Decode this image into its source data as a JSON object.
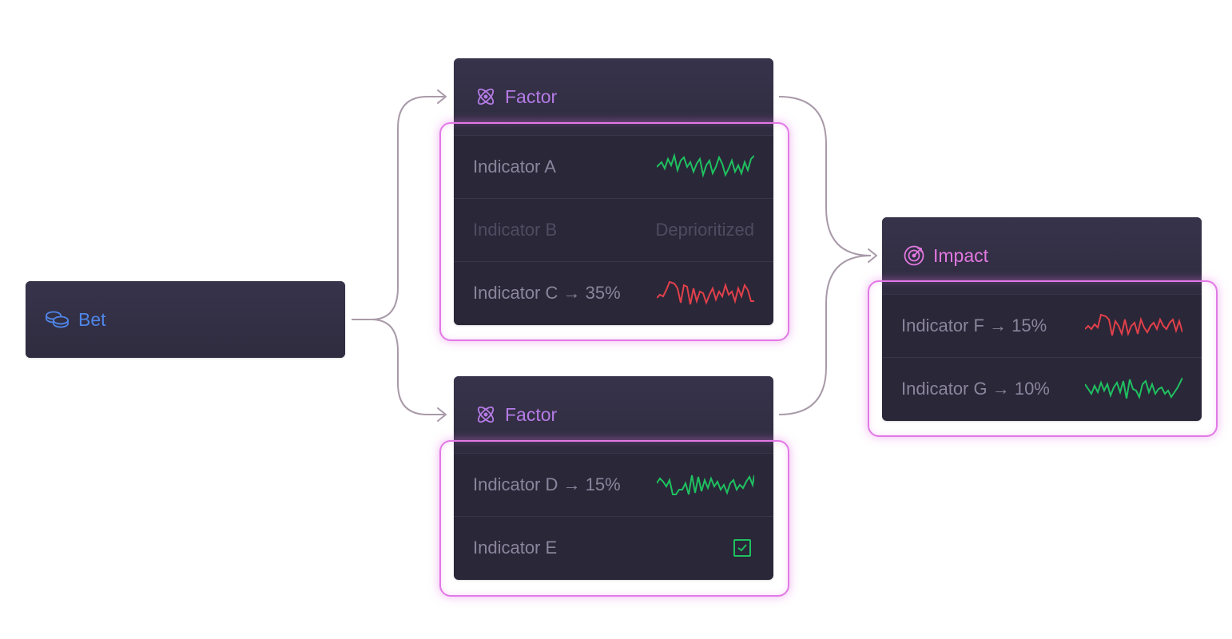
{
  "bet": {
    "label": "Bet",
    "icon": "coins-icon",
    "color": "#4f86e8"
  },
  "factor_top": {
    "title": "Factor",
    "icon": "atom-icon",
    "color": "#b57be6",
    "rows": [
      {
        "label": "Indicator A",
        "trend": "green"
      },
      {
        "label": "Indicator B",
        "status": "Deprioritized"
      },
      {
        "label": "Indicator C → 35%",
        "trend": "red"
      }
    ]
  },
  "factor_bottom": {
    "title": "Factor",
    "icon": "atom-icon",
    "color": "#b57be6",
    "rows": [
      {
        "label": "Indicator D → 15%",
        "trend": "green"
      },
      {
        "label": "Indicator E",
        "status_icon": "checkbox-checked-icon"
      }
    ]
  },
  "impact": {
    "title": "Impact",
    "icon": "target-icon",
    "color": "#e278e0",
    "rows": [
      {
        "label": "Indicator F → 15%",
        "trend": "red"
      },
      {
        "label": "Indicator G → 10%",
        "trend": "green"
      }
    ]
  },
  "colors": {
    "trend_green": "#1fc060",
    "trend_red": "#e0404a",
    "highlight": "#e279e6",
    "connector": "#a89aa8"
  }
}
